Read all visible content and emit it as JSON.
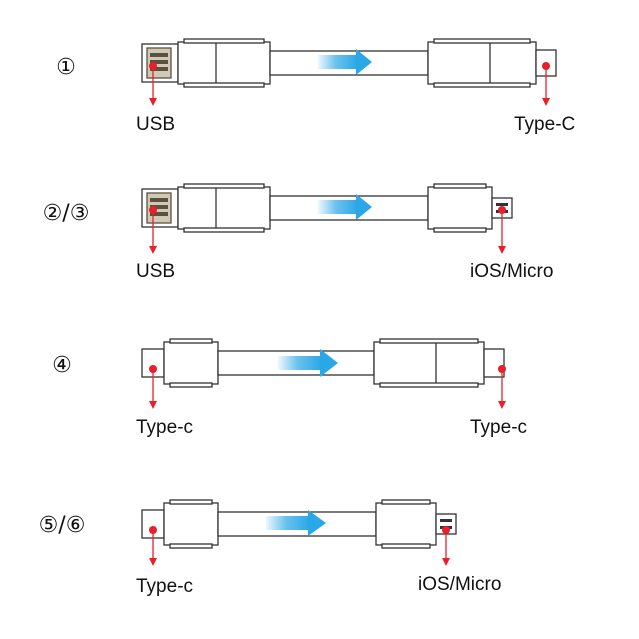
{
  "colors": {
    "outline": "#333333",
    "pointer": "#e8202a",
    "arrow": "#2aa7e6",
    "usb_metal": "#cfc9b5",
    "usb_dark": "#5a5140"
  },
  "rows": [
    {
      "number": "①",
      "left_label": "USB",
      "right_label": "Type-C"
    },
    {
      "number": "②/③",
      "left_label": "USB",
      "right_label": "iOS/Micro"
    },
    {
      "number": "④",
      "left_label": "Type-c",
      "right_label": "Type-c"
    },
    {
      "number": "⑤/⑥",
      "left_label": "Type-c",
      "right_label": "iOS/Micro"
    }
  ]
}
